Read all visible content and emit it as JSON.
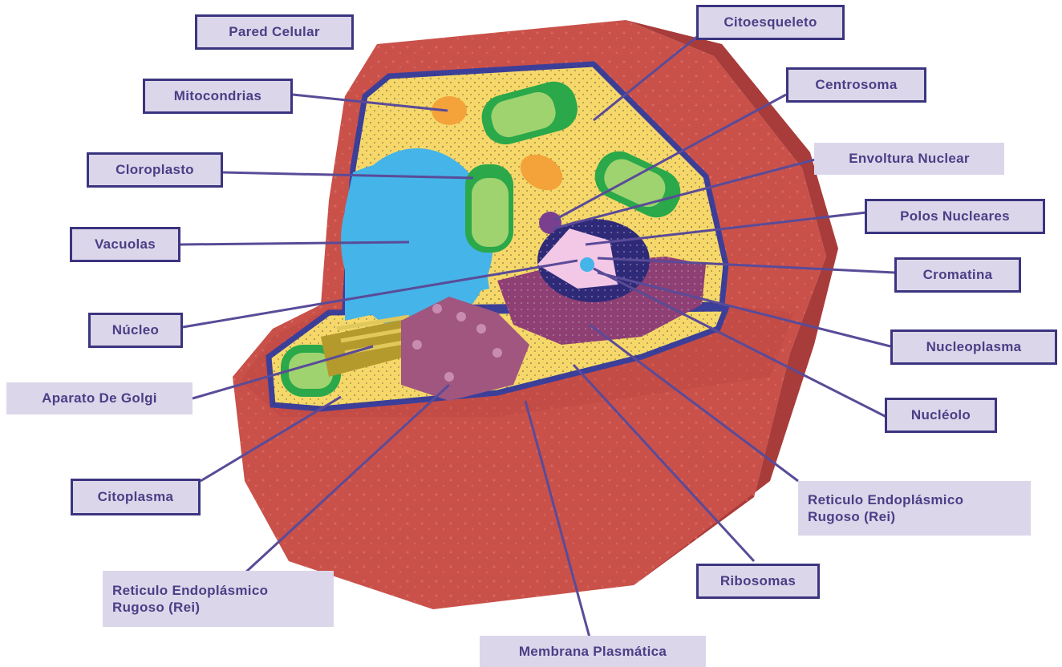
{
  "labels": {
    "pared_celular": "Pared Celular",
    "mitocondrias": "Mitocondrias",
    "cloroplasto": "Cloroplasto",
    "vacuolas": "Vacuolas",
    "nucleo": "Núcleo",
    "aparato_golgi": "Aparato De Golgi",
    "citoplasma": "Citoplasma",
    "ret_left_line1": "Reticulo Endoplásmico",
    "ret_left_line2": "Rugoso (Rei)",
    "membrana": "Membrana Plasmática",
    "ribosomas": "Ribosomas",
    "ret_right_line1": "Reticulo Endoplásmico",
    "ret_right_line2": "Rugoso (Rei)",
    "nucleolo": "Nucléolo",
    "nucleoplasma": "Nucleoplasma",
    "cromatina": "Cromatina",
    "polos": "Polos Nucleares",
    "envoltura": "Envoltura Nuclear",
    "centrosoma": "Centrosoma",
    "citoesqueleto": "Citoesqueleto"
  },
  "colors": {
    "cell_wall": "#c9514a",
    "cell_wall_dark": "#a83c3a",
    "membrane": "#3b3f9a",
    "cytoplasm": "#f6d86a",
    "vacuole": "#45b4e8",
    "chloroplast": "#2aa84a",
    "mitochondria": "#f3a33a",
    "golgi": "#b49a2c",
    "er": "#8e3f73",
    "nucleus": "#2f2a78",
    "nucleoplasm": "#f3c8e6",
    "label_bg": "#dcd6ea",
    "label_text": "#4a3f86",
    "leader_line": "#5a4b98"
  }
}
